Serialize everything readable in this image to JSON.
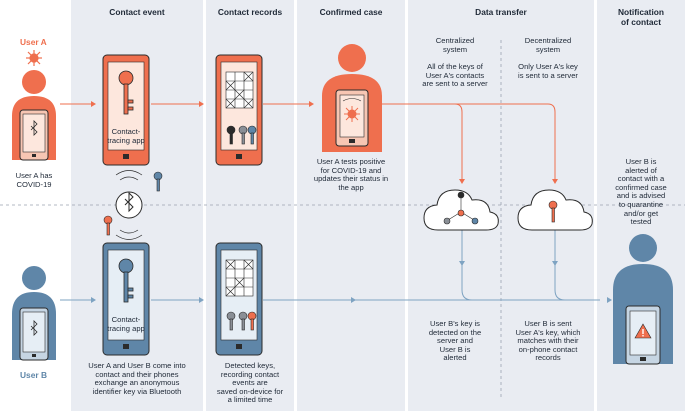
{
  "colors": {
    "user_a": "#ef6f4e",
    "user_a_light": "#f7c6b3",
    "user_b": "#5f86a8",
    "user_b_light": "#c6d5e3",
    "column_bg": "#e9ecf2",
    "line_dark": "#2b2b2b"
  },
  "headers": {
    "contact_event": "Contact event",
    "contact_records": "Contact records",
    "confirmed_case": "Confirmed case",
    "data_transfer": "Data transfer",
    "notification_line1": "Notification",
    "notification_line2": "of contact"
  },
  "user_a": {
    "label": "User A",
    "status_line1": "User A has",
    "status_line2": "COVID-19"
  },
  "user_b": {
    "label": "User B"
  },
  "contact_event": {
    "app_label_line1": "Contact-",
    "app_label_line2": "tracing app",
    "app_label_b_line1": "Contact-",
    "app_label_b_line2": "tracing app",
    "caption": [
      "User A and User B come into",
      "contact and their phones",
      "exchange an anonymous",
      "identifier key via Bluetooth"
    ]
  },
  "contact_records": {
    "caption": [
      "Detected keys,",
      "recording contact",
      "events are",
      "saved on-device for",
      "a limited time"
    ]
  },
  "confirmed_case": {
    "caption": [
      "User A tests positive",
      "for COVID-19 and",
      "updates their status in",
      "the app"
    ]
  },
  "data_transfer": {
    "centralized_title": [
      "Centralized",
      "system"
    ],
    "centralized_desc": [
      "All of the keys of",
      "User A's contacts",
      "are sent to a server"
    ],
    "decentralized_title": [
      "Decentralized",
      "system"
    ],
    "decentralized_desc": [
      "Only User A's key",
      "is sent to a server"
    ],
    "centralized_result": [
      "User B's key is",
      "detected on the",
      "server and",
      "User B is",
      "alerted"
    ],
    "decentralized_result": [
      "User B is sent",
      "User A's key, which",
      "matches with their",
      "on-phone contact",
      "records"
    ]
  },
  "notification": {
    "caption": [
      "User B is",
      "alerted of",
      "contact with a",
      "confirmed case",
      "and is advised",
      "to quarantine",
      "and/or get",
      "tested"
    ]
  },
  "icons": [
    "virus-icon",
    "bluetooth-icon",
    "key-icon",
    "grid-icon",
    "cloud-icon",
    "warning-icon"
  ]
}
